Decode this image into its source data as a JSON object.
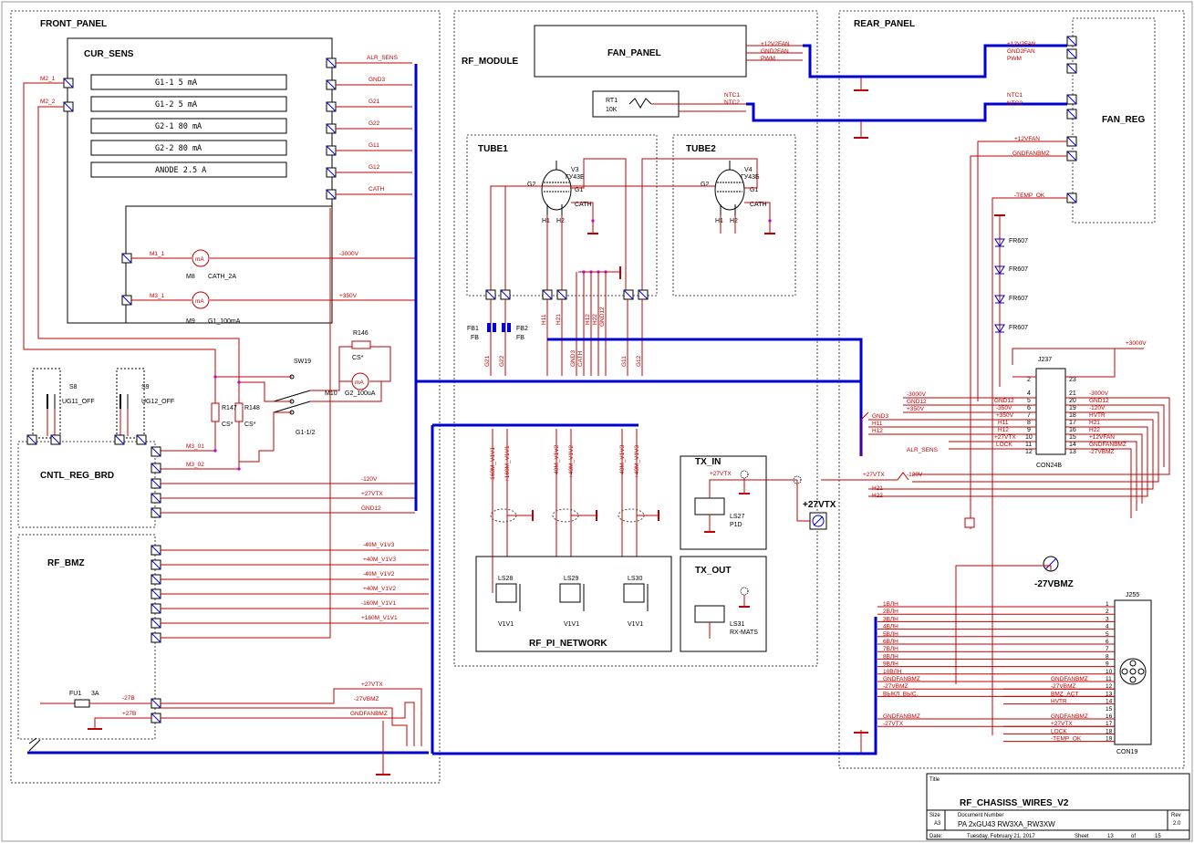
{
  "blocks": {
    "front_panel": "FRONT_PANEL",
    "cur_sens": "CUR_SENS",
    "cntl_reg_brd": "CNTL_REG_BRD",
    "rf_bmz": "RF_BMZ",
    "rf_module": "RF_MODULE",
    "fan_panel": "FAN_PANEL",
    "tube1": "TUBE1",
    "tube2": "TUBE2",
    "tx_in": "TX_IN",
    "tx_out": "TX_OUT",
    "rf_pi_network": "RF_PI_NETWORK",
    "rear_panel": "REAR_PANEL",
    "fan_reg": "FAN_REG"
  },
  "cur_sens_rows": [
    "G1-1  5  mA",
    "G1-2  5  mA",
    "G2-1  80  mA",
    "G2-2  80  mA",
    "ANODE    2.5  A"
  ],
  "cur_sens_nets": [
    "ALR_SENS",
    "GND3",
    "G21",
    "G22",
    "G11",
    "G12",
    "CATH"
  ],
  "meters": {
    "m1_net": "M1_1",
    "m3_net": "M3_1",
    "m8_ref": "M8",
    "m8_val": "CATH_2A",
    "m8_net": "-3000V",
    "m9_ref": "M9",
    "m9_val": "G1_100mA",
    "m9_net": "+350V",
    "m10_ref": "M10",
    "m10_val": "G2_100uA",
    "ma": "mA",
    "m2_1": "M2_1",
    "m2_2": "M2_2"
  },
  "front_parts": {
    "s8": "S8",
    "s8_val": "UG11_OFF",
    "s9": "S9",
    "s9_val": "UG12_OFF",
    "sw19": "SW19",
    "sw19_pos": "G1-1/2",
    "r146": "R146",
    "r146_val": "CS*",
    "r147": "R147",
    "r147_val": "CS*",
    "r148": "R148",
    "r148_val": "CS*",
    "m3_01": "M3_01",
    "m3_02": "M3_02"
  },
  "cntl_nets": [
    "-120V",
    "+27VTX",
    "GND12"
  ],
  "bmz_nets": [
    "-40M_V1V3",
    "+40M_V1V3",
    "-40M_V1V2",
    "+40M_V1V2",
    "-160M_V1V1",
    "+160M_V1V1"
  ],
  "fuse": {
    "ref": "FU1",
    "val": "3A",
    "n1": "-27B",
    "n2": "+27B"
  },
  "bottom_nets": [
    "+27VTX",
    "-27VBMZ",
    "GNDFANBMZ"
  ],
  "fan_panel_nets": [
    "+12V2FAN",
    "GND2FAN",
    "PWM"
  ],
  "ntc": {
    "ref": "RT1",
    "val": "10K",
    "n1": "NTC1",
    "n2": "NTC2"
  },
  "tube_v3": {
    "ref": "V3",
    "type": "ГУ43Б",
    "g2": "G2",
    "g1": "G1",
    "cath": "CATH",
    "h1": "H1",
    "h2": "H2"
  },
  "tube_v4": {
    "ref": "V4",
    "type": "ГУ43Б",
    "g2": "G2",
    "g1": "G1",
    "cath": "CATH",
    "h1": "H1",
    "h2": "H2"
  },
  "ferrites": {
    "fb1": "FB1",
    "fb2": "FB2",
    "fb": "FB"
  },
  "rf_vertical_nets": [
    "G21",
    "G22",
    "H11",
    "H21",
    "GND3",
    "CATH",
    "H12",
    "H22",
    "GND12",
    "G11",
    "G12"
  ],
  "bmz_vertical_nets": [
    "-160M_V1V1",
    "+160M_V1V1",
    "-40M_V1V2",
    "+40M_V1V2",
    "-40M_V1V3",
    "+40M_V1V3"
  ],
  "relays": {
    "ls28": "LS28",
    "ls29": "LS29",
    "ls30": "LS30",
    "v1v1": "V1V1",
    "ls27": "LS27",
    "ls27_val": "P1D",
    "ls31": "LS31",
    "ls31_val": "RX-MATS",
    "tx_in_net": "+27VTX"
  },
  "big_labels": {
    "p27vtx": "+27VTX",
    "m27vbmz": "-27VBMZ"
  },
  "rear_fan_nets": [
    "+12V2FAN",
    "GND2FAN",
    "PWM",
    "NTC1",
    "NTC2"
  ],
  "rear_misc": [
    "+12VFAN",
    "GNDFANBMZ",
    "-TEMP_OK"
  ],
  "diodes": [
    "FR607",
    "FR607",
    "FR607",
    "FR607"
  ],
  "p3000": "+3000V",
  "j237": {
    "ref": "J237",
    "part": "CON24B",
    "left_pins": [
      "2",
      "4",
      "5",
      "6",
      "7",
      "8",
      "9",
      "10",
      "11",
      "12"
    ],
    "left_nets": [
      "",
      "",
      "GND12",
      "-350V",
      "+350V",
      "H11",
      "H12",
      "+27VTX",
      "LOCK",
      ""
    ],
    "right_pins": [
      "23",
      "21",
      "20",
      "19",
      "18",
      "17",
      "16",
      "15",
      "14",
      "13"
    ],
    "right_nets": [
      "",
      "-3000V",
      "GND12",
      "-120V",
      "HVTR",
      "H21",
      "H22",
      "+12VFAN",
      "GNDFANBMZ",
      "-27VBMZ"
    ]
  },
  "j237_in_nets": [
    "-3000V",
    "GND12",
    "+350V",
    "GND3",
    "H11",
    "H12"
  ],
  "alr_sens": "ALR_SENS",
  "j237_low_nets": [
    "+27VTX",
    "-120V",
    "H21",
    "H22"
  ],
  "j255": {
    "ref": "J255",
    "part": "CON19",
    "pins": [
      "1",
      "2",
      "3",
      "4",
      "5",
      "6",
      "7",
      "8",
      "9",
      "10",
      "11",
      "12",
      "13",
      "14",
      "15",
      "16",
      "17",
      "18",
      "19"
    ],
    "left_nets": [
      "1ВЛН",
      "2ВЛН",
      "3ВЛН",
      "4ВЛН",
      "5ВЛН",
      "6ВЛН",
      "7ВЛН",
      "8ВЛН",
      "9ВЛН",
      "10ВЛН",
      "GNDFANBMZ",
      "-27VBMZ",
      "ВЫКЛ. ВЫС.",
      "",
      "",
      "GNDFANBMZ",
      "-27VTX",
      "",
      ""
    ],
    "right_nets": [
      "",
      "",
      "",
      "",
      "",
      "",
      "",
      "",
      "",
      "",
      "GNDFANBMZ",
      "-27VBMZ",
      "BMZ_ACT",
      "HVTR",
      "",
      "GNDFANBMZ",
      "+27VTX",
      "LOCK",
      "-TEMP_OK"
    ]
  },
  "title_block": {
    "title_label": "Title",
    "title": "RF_CHASISS_WIRES_V2",
    "size_label": "Size",
    "size": "A3",
    "docnum_label": "Document Number",
    "docnum": "PA 2xGU43 RW3XA_RW3XW",
    "rev_label": "Rev",
    "rev": "2.0",
    "date_label": "Date:",
    "date": "Tuesday, February 21, 2017",
    "sheet_label": "Sheet",
    "sheet": "13",
    "of_label": "of",
    "of": "15"
  },
  "colors": {
    "wire": "#c00000",
    "bus": "#0000cc",
    "junction": "#cc00cc"
  }
}
